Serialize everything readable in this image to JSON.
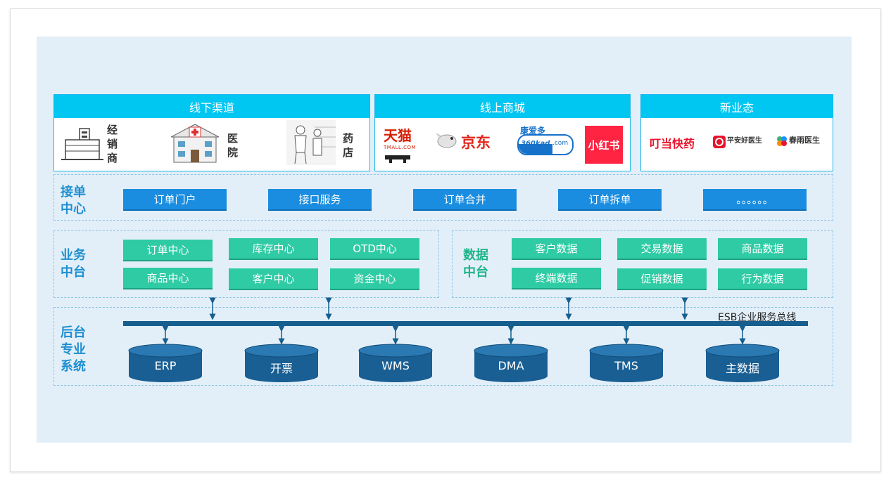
{
  "channels": [
    {
      "title": "线下渠道",
      "items": [
        "经销商",
        "医院",
        "药店"
      ]
    },
    {
      "title": "线上商城",
      "items": [
        "天猫",
        "京东",
        "康爱多",
        "小红书"
      ]
    },
    {
      "title": "新业态",
      "items": [
        "叮当快药",
        "平安好医生",
        "春雨医生"
      ]
    }
  ],
  "logo_subtexts": {
    "tmall": "TMALL.COM",
    "kad_domain": "360kad",
    "kad_com": ".com"
  },
  "order_center": {
    "label_line1": "接单",
    "label_line2": "中心",
    "items": [
      "订单门户",
      "接口服务",
      "订单合并",
      "订单拆单",
      "。。。。。。"
    ]
  },
  "business_platform": {
    "label_line1": "业务",
    "label_line2": "中台",
    "items": [
      "订单中心",
      "商品中心",
      "库存中心",
      "客户中心",
      "OTD中心",
      "资金中心"
    ]
  },
  "data_platform": {
    "label_line1": "数据",
    "label_line2": "中台",
    "items": [
      "客户数据",
      "终端数据",
      "交易数据",
      "促销数据",
      "商品数据",
      "行为数据"
    ]
  },
  "backend": {
    "label_line1": "后台",
    "label_line2": "专业",
    "label_line3": "系统",
    "bus_label": "ESB企业服务总线",
    "systems": [
      "ERP",
      "开票",
      "WMS",
      "DMA",
      "TMS",
      "主数据"
    ]
  },
  "colors": {
    "panel_bg": "#e3eff8",
    "channel_header": "#00c6f2",
    "blue_button": "#1a8de0",
    "green_button": "#2ecba4",
    "bus": "#155e8e",
    "cylinder": "#1a5f93"
  }
}
